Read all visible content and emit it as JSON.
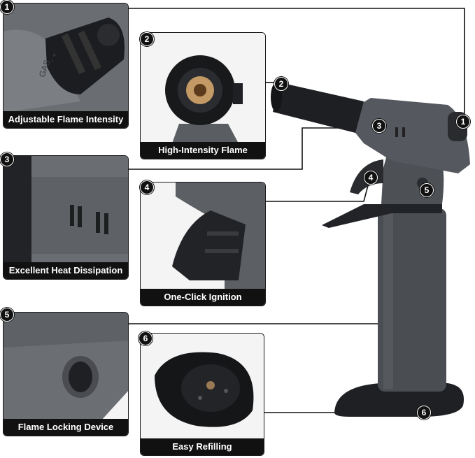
{
  "features": [
    {
      "number": "1",
      "caption": "Adjustable Flame Intensity"
    },
    {
      "number": "2",
      "caption": "High-Intensity Flame"
    },
    {
      "number": "3",
      "caption": "Excellent Heat Dissipation"
    },
    {
      "number": "4",
      "caption": "One-Click Ignition"
    },
    {
      "number": "5",
      "caption": "Flame Locking Device"
    },
    {
      "number": "6",
      "caption": "Easy Refilling"
    }
  ],
  "product_markings": {
    "knob_label": "GAS",
    "symbols": "- +"
  },
  "colors": {
    "caption_bg": "#111111",
    "caption_text": "#ffffff",
    "torch_body": "#4a4d52",
    "torch_dark": "#1f2023"
  }
}
